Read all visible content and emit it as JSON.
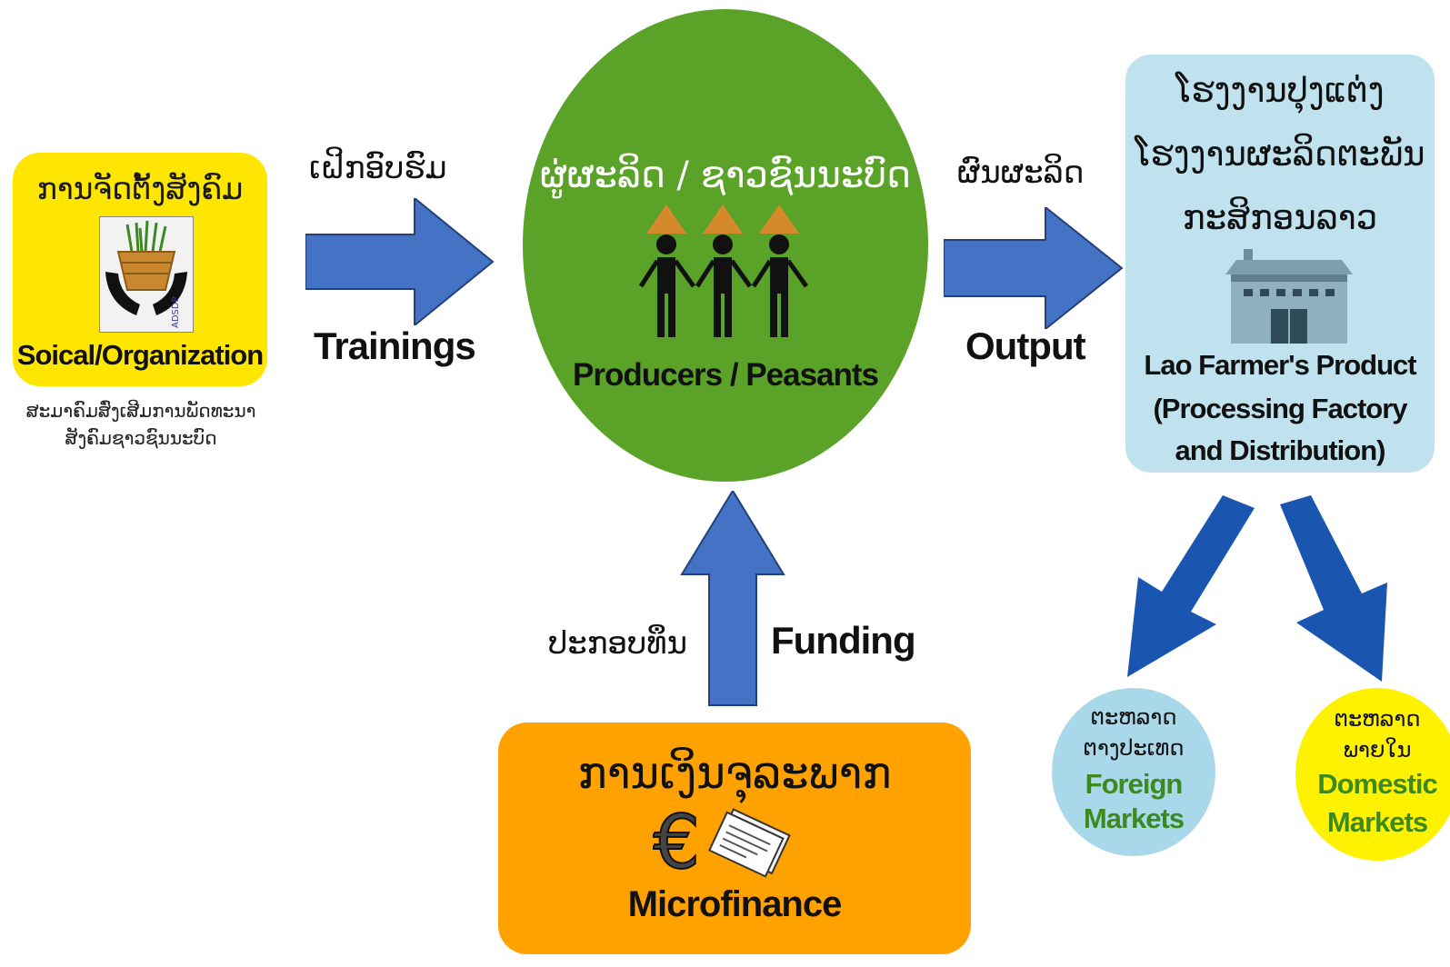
{
  "organization": {
    "title_lao": "ການຈັດຕັ້ງສັງຄົມ",
    "title_en": "Soical/Organization",
    "subtitle_lao_line1": "ສະມາຄົມສົ່ງເສີມການພັດທະນາ",
    "subtitle_lao_line2": "ສັງຄົມຊາວຊົນນະບົດ",
    "logo_text": "ADSDP"
  },
  "trainings": {
    "label_lao": "ເຝິກອົບຮົມ",
    "label_en": "Trainings"
  },
  "producers": {
    "title_lao": "ຜູ່ຜະລິດ / ຊາວຊົນນະບົດ",
    "title_en": "Producers / Peasants"
  },
  "output": {
    "label_lao": "ຜົນຜະລິດ",
    "label_en": "Output"
  },
  "factory": {
    "line1_lao": "ໂຮງງານປຸງແຕ່ງ",
    "line2_lao": "ໂຮງງານຜະລິດຕະພັນ",
    "line3_lao": "ກະສິກອນລາວ",
    "name_en": "Lao Farmer's Product",
    "desc_en_line1": "(Processing Factory",
    "desc_en_line2": "and  Distribution)"
  },
  "funding": {
    "label_lao": "ປະກອບທຶນ",
    "label_en": "Funding"
  },
  "microfinance": {
    "title_lao": "ການເງິນຈຸລະພາກ",
    "title_en": "Microfinance"
  },
  "markets": {
    "foreign": {
      "line1_lao": "ຕະຫລາດ",
      "line2_lao": "ຕາງປະເທດ",
      "line1_en": "Foreign",
      "line2_en": "Markets"
    },
    "domestic": {
      "line1_lao": "ຕະຫລາດ",
      "line2_lao": "ພາຍໃນ",
      "line1_en": "Domestic",
      "line2_en": "Markets"
    }
  },
  "colors": {
    "org_box": "#ffe600",
    "producers_circle": "#5aa228",
    "factory_box": "#bfe2ee",
    "microfinance_box": "#ffa200",
    "flow_arrow": "#4472c4",
    "market_arrow": "#1a56b0",
    "foreign_market": "#a9d8ea",
    "domestic_market": "#fff200"
  }
}
